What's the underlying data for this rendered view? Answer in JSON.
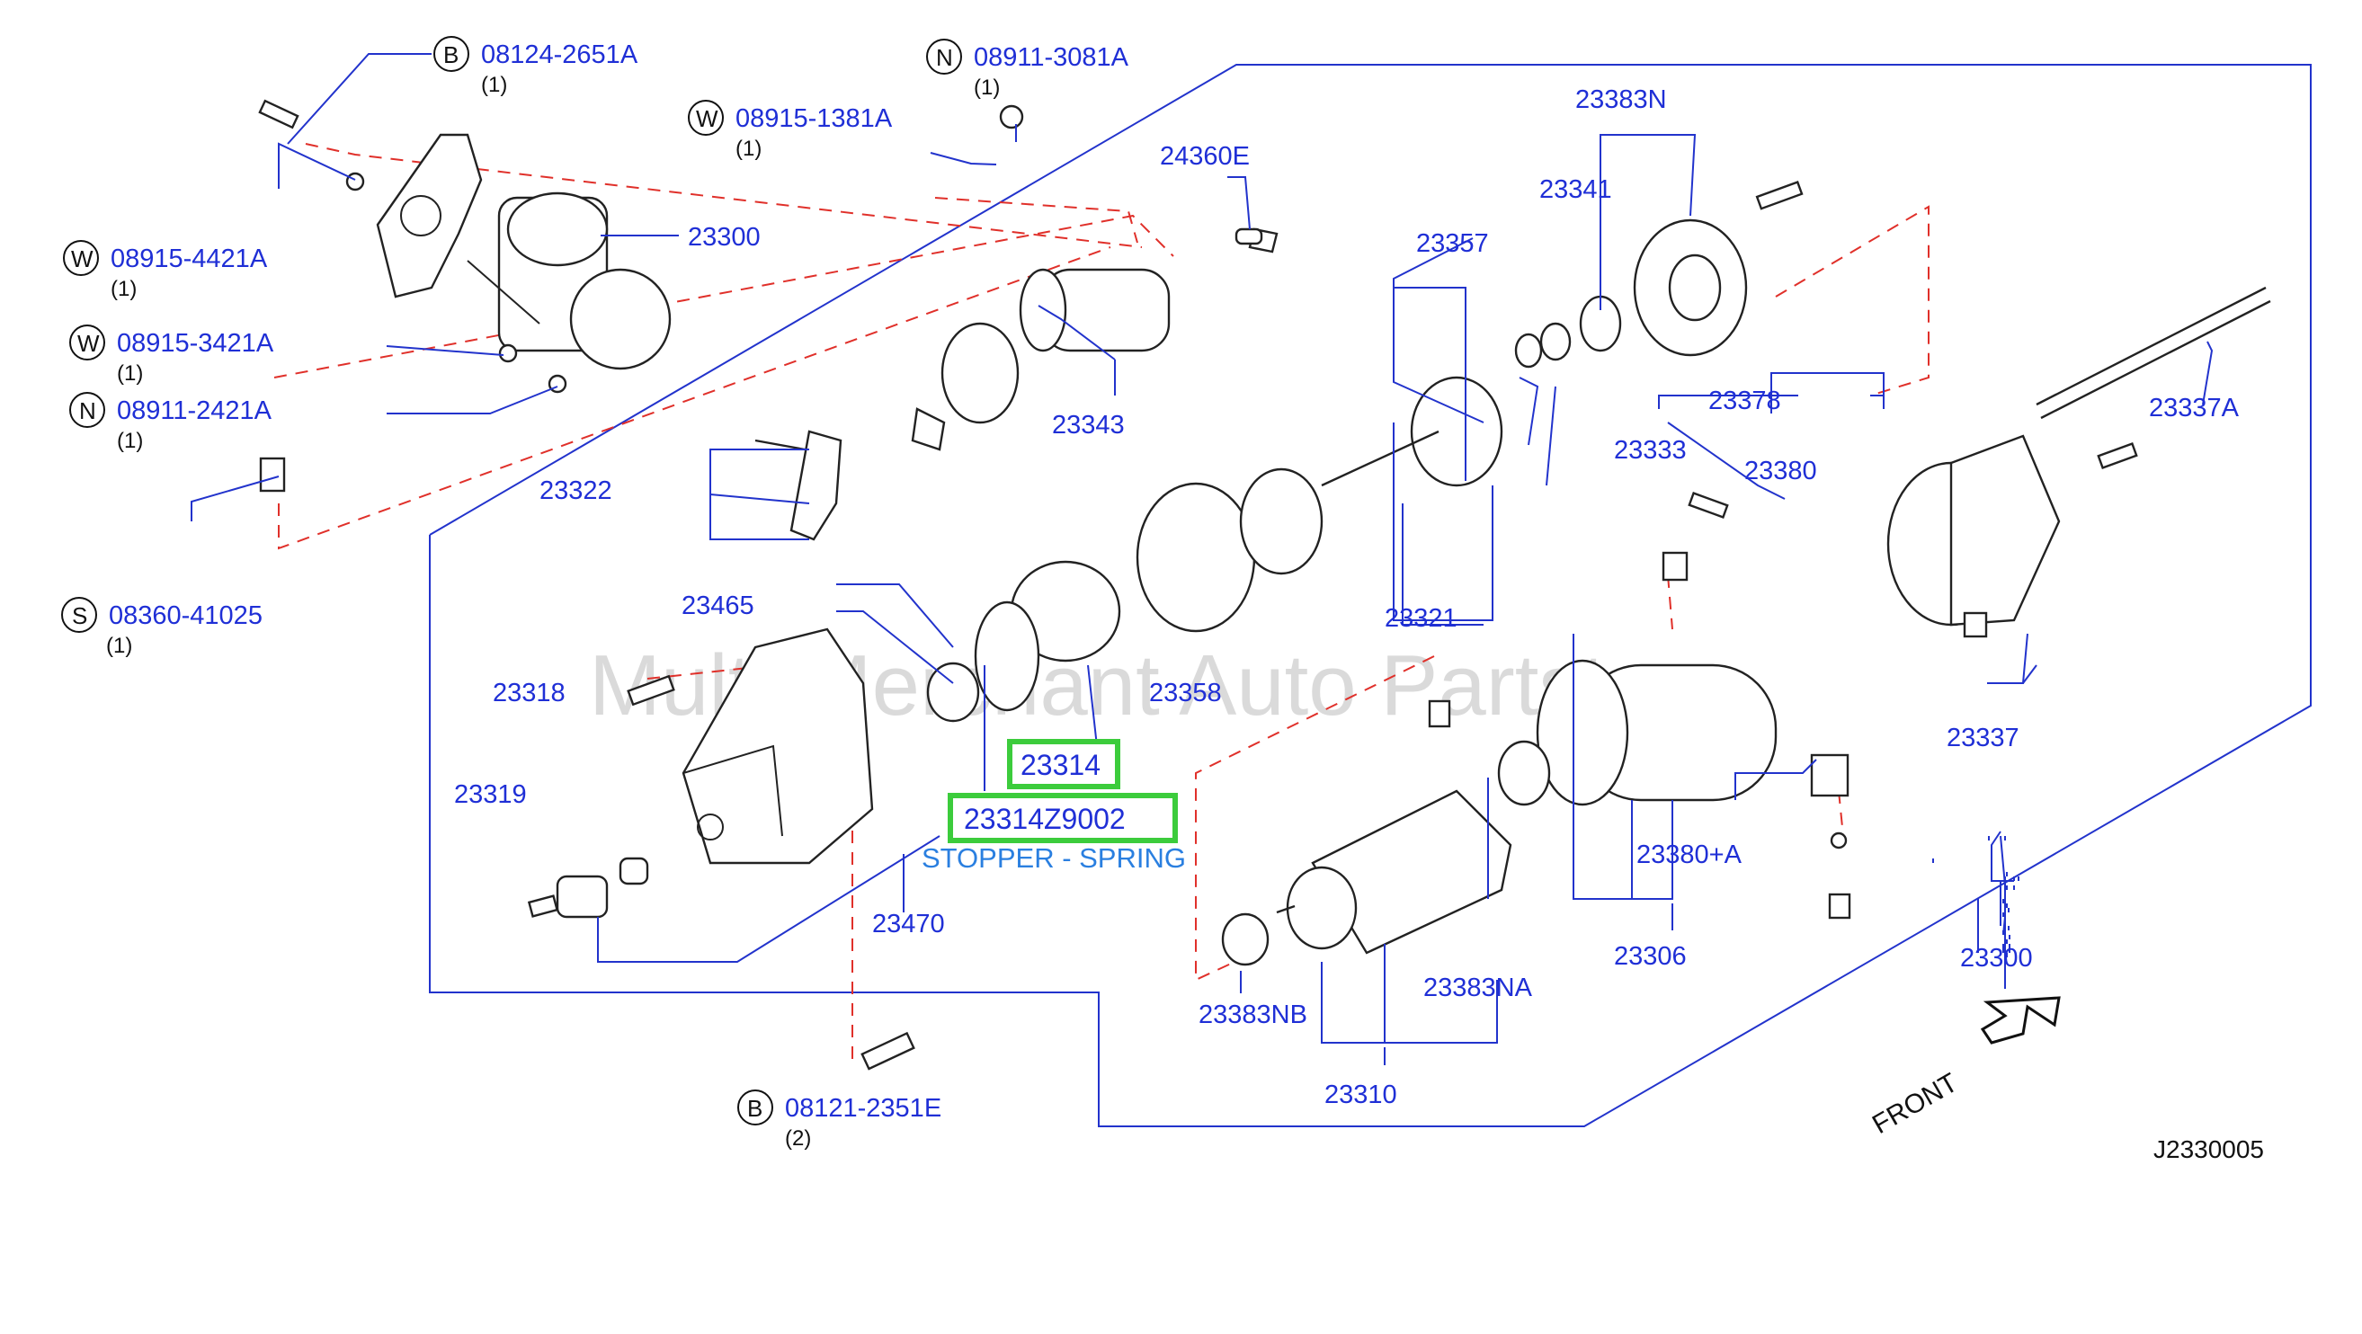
{
  "watermark": "Multi-Merchant Auto Partstore",
  "drawing_code": "J2330005",
  "front_label": "FRONT",
  "highlight": {
    "part_main": "23314",
    "part_sub": "23314Z9002",
    "part_desc": "STOPPER - SPRING"
  },
  "fasteners": [
    {
      "prefix": "B",
      "number": "08124-2651A",
      "qty": "(1)"
    },
    {
      "prefix": "N",
      "number": "08911-3081A",
      "qty": "(1)"
    },
    {
      "prefix": "W",
      "number": "08915-1381A",
      "qty": "(1)"
    },
    {
      "prefix": "W",
      "number": "08915-4421A",
      "qty": "(1)"
    },
    {
      "prefix": "W",
      "number": "08915-3421A",
      "qty": "(1)"
    },
    {
      "prefix": "N",
      "number": "08911-2421A",
      "qty": "(1)"
    },
    {
      "prefix": "S",
      "number": "08360-41025",
      "qty": "(1)"
    },
    {
      "prefix": "B",
      "number": "08121-2351E",
      "qty": "(2)"
    }
  ],
  "parts": {
    "p23300a": "23300",
    "p24360e": "24360E",
    "p23383n": "23383N",
    "p23341": "23341",
    "p23357": "23357",
    "p23343": "23343",
    "p23322": "23322",
    "p23378": "23378",
    "p23333": "23333",
    "p23380": "23380",
    "p23337a": "23337A",
    "p23465": "23465",
    "p23321": "23321",
    "p23318": "23318",
    "p23358": "23358",
    "p23337": "23337",
    "p23319": "23319",
    "p23380a": "23380+A",
    "p23470": "23470",
    "p23306": "23306",
    "p23300b": "23300",
    "p23383na": "23383NA",
    "p23383nb": "23383NB",
    "p23310": "23310"
  }
}
